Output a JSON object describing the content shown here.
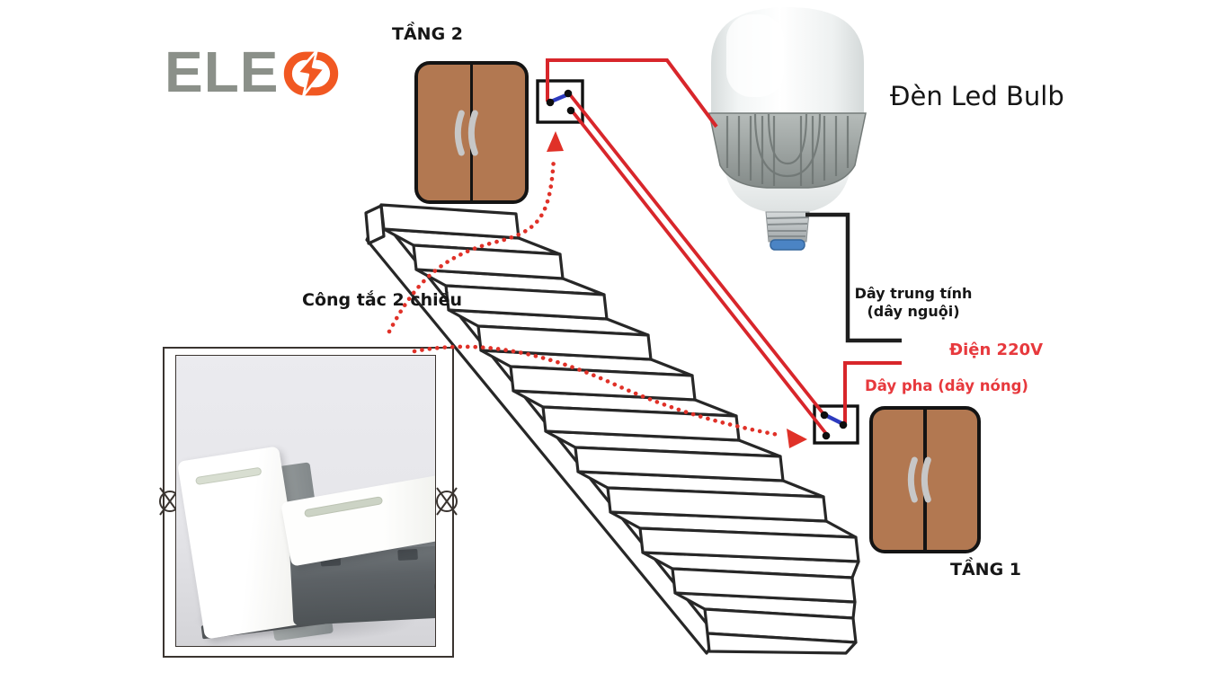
{
  "brand": {
    "logo_text": "ELE",
    "logo_icon": "lightning-bolt-badge"
  },
  "labels": {
    "floor_2": "TẦNG 2",
    "floor_1": "TẦNG 1",
    "two_way_switch": "Công tắc 2 chiều",
    "led_bulb": "Đèn Led Bulb",
    "neutral_wire_line1": "Dây trung tính",
    "neutral_wire_line2": "(dây nguội)",
    "mains_voltage": "Điện 220V",
    "phase_wire": "Dây pha (dây nóng)"
  },
  "colors": {
    "brand_orange": "#f15822",
    "brand_gray": "#8b9089",
    "wire_hot": "#d8262b",
    "wire_neutral": "#1e1e1e",
    "switch_lever_blue": "#2d3bbf",
    "door_brown": "#b27851",
    "label_red": "#e7393d",
    "label_black": "#161616",
    "guide_dotted_red": "#e03128"
  }
}
